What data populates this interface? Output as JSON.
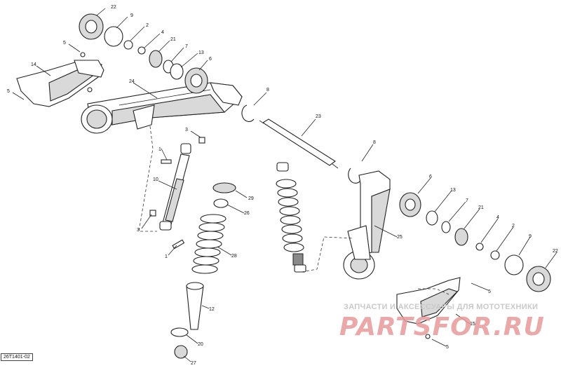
{
  "diagram_code": "26T1401-02",
  "watermark": {
    "tagline": "ЗАПЧАСТИ И АКСЕССУАРЫ ДЛЯ МОТОТЕХНИКИ",
    "brand": "PARTSFOR.RU"
  },
  "callouts": [
    {
      "id": "c22a",
      "label": "22"
    },
    {
      "id": "c9a",
      "label": "9"
    },
    {
      "id": "c2a",
      "label": "2"
    },
    {
      "id": "c4a",
      "label": "4"
    },
    {
      "id": "c21a",
      "label": "21"
    },
    {
      "id": "c7a",
      "label": "7"
    },
    {
      "id": "c13a",
      "label": "13"
    },
    {
      "id": "c6a",
      "label": "6"
    },
    {
      "id": "c5a",
      "label": "5"
    },
    {
      "id": "c14",
      "label": "14"
    },
    {
      "id": "c5b",
      "label": "5"
    },
    {
      "id": "c24",
      "label": "24"
    },
    {
      "id": "c8a",
      "label": "8"
    },
    {
      "id": "c23",
      "label": "23"
    },
    {
      "id": "c3a",
      "label": "3"
    },
    {
      "id": "c1a",
      "label": "1"
    },
    {
      "id": "c10",
      "label": "10"
    },
    {
      "id": "c29",
      "label": "29"
    },
    {
      "id": "c26",
      "label": "26"
    },
    {
      "id": "c3b",
      "label": "3"
    },
    {
      "id": "c1b",
      "label": "1"
    },
    {
      "id": "c28",
      "label": "28"
    },
    {
      "id": "c8b",
      "label": "8"
    },
    {
      "id": "c6b",
      "label": "6"
    },
    {
      "id": "c13b",
      "label": "13"
    },
    {
      "id": "c7b",
      "label": "7"
    },
    {
      "id": "c21b",
      "label": "21"
    },
    {
      "id": "c4b",
      "label": "4"
    },
    {
      "id": "c2b",
      "label": "2"
    },
    {
      "id": "c9b",
      "label": "9"
    },
    {
      "id": "c22b",
      "label": "22"
    },
    {
      "id": "c25",
      "label": "25"
    },
    {
      "id": "c5c",
      "label": "5"
    },
    {
      "id": "c12",
      "label": "12"
    },
    {
      "id": "c15",
      "label": "15"
    },
    {
      "id": "c20",
      "label": "20"
    },
    {
      "id": "c5d",
      "label": "5"
    },
    {
      "id": "c27",
      "label": "27"
    }
  ]
}
